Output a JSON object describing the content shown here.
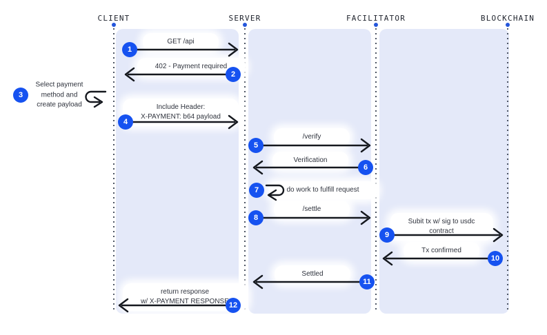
{
  "diagram": {
    "type": "sequence",
    "lifelines": [
      {
        "id": "client",
        "label": "CLIENT"
      },
      {
        "id": "server",
        "label": "SERVER"
      },
      {
        "id": "facilitator",
        "label": "FACILITATOR"
      },
      {
        "id": "blockchain",
        "label": "BLOCKCHAIN"
      }
    ],
    "steps": [
      {
        "num": "1",
        "label": "GET /api",
        "from": "client",
        "to": "server",
        "kind": "message"
      },
      {
        "num": "2",
        "label": "402 - Payment required",
        "from": "server",
        "to": "client",
        "kind": "message"
      },
      {
        "num": "3",
        "label": "Select payment\nmethod and\ncreate payload",
        "from": "client",
        "to": "client",
        "kind": "self"
      },
      {
        "num": "4",
        "label": "Include Header:\nX-PAYMENT: b64 payload",
        "from": "client",
        "to": "server",
        "kind": "message"
      },
      {
        "num": "5",
        "label": "/verify",
        "from": "server",
        "to": "facilitator",
        "kind": "message"
      },
      {
        "num": "6",
        "label": "Verification",
        "from": "facilitator",
        "to": "server",
        "kind": "message"
      },
      {
        "num": "7",
        "label": "do work to fulfill request",
        "from": "server",
        "to": "server",
        "kind": "self"
      },
      {
        "num": "8",
        "label": "/settle",
        "from": "server",
        "to": "facilitator",
        "kind": "message"
      },
      {
        "num": "9",
        "label": "Subit tx w/ sig to usdc\ncontract",
        "from": "facilitator",
        "to": "blockchain",
        "kind": "message"
      },
      {
        "num": "10",
        "label": "Tx confirmed",
        "from": "blockchain",
        "to": "facilitator",
        "kind": "message"
      },
      {
        "num": "11",
        "label": "Settled",
        "from": "facilitator",
        "to": "server",
        "kind": "message"
      },
      {
        "num": "12",
        "label": "return response\nw/ X-PAYMENT RESPONSE",
        "from": "server",
        "to": "client",
        "kind": "message"
      }
    ],
    "colors": {
      "badge": "#1652f0",
      "lane_background": "#e4e9f9",
      "arrow": "#15181e",
      "lifeline_dot": "#2456db",
      "page_background": "#ffffff"
    }
  }
}
